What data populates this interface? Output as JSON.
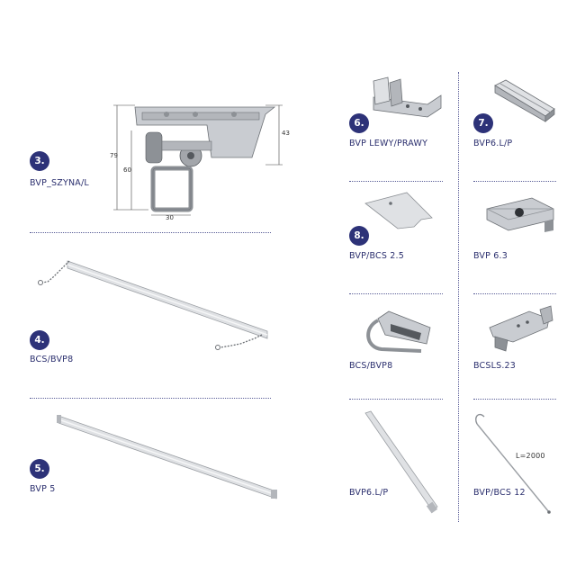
{
  "items": [
    {
      "number": "3.",
      "code": "BVP_SZYNA/L"
    },
    {
      "number": "4.",
      "code": "BCS/BVP8"
    },
    {
      "number": "5.",
      "code": "BVP 5"
    },
    {
      "number": "6.",
      "code": "BVP LEWY/PRAWY"
    },
    {
      "number": "7.",
      "code": "BVP6.L/P"
    },
    {
      "number": "8.",
      "code": "BVP/BCS 2.5"
    },
    {
      "code": "BVP 6.3"
    },
    {
      "code": "BCS/BVP8"
    },
    {
      "code": "BCSLS.23"
    },
    {
      "code": "BVP6.L/P"
    },
    {
      "code": "BVP/BCS 12"
    }
  ],
  "dimensions": {
    "d79": "79",
    "d60": "60",
    "d43": "43",
    "d30": "30",
    "length": "L=2000"
  },
  "colors": {
    "accent": "#2d3278",
    "metal": "#c9ccd1",
    "metal_dark": "#8d9196"
  }
}
